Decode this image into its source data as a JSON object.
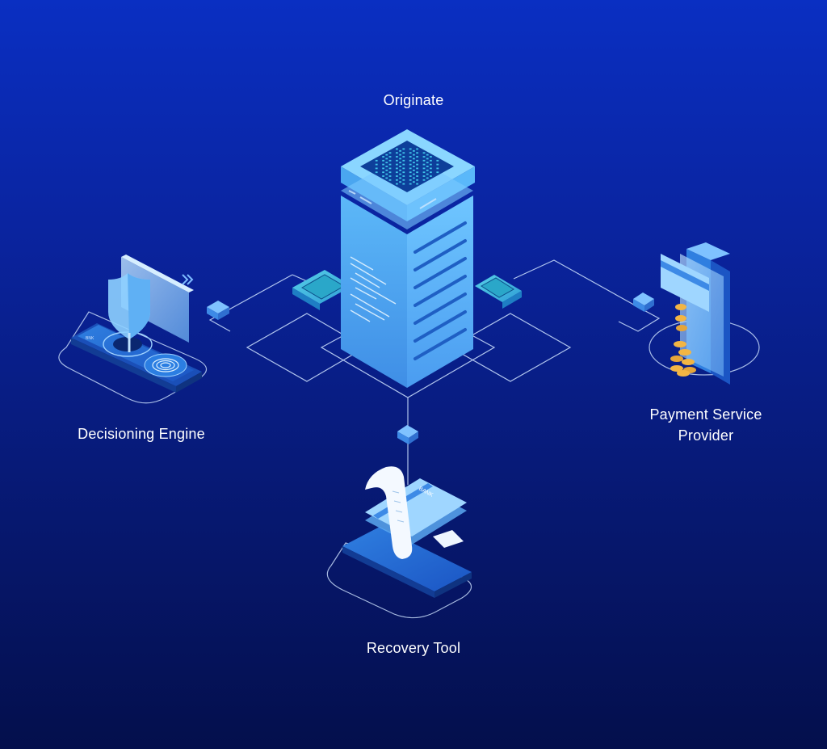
{
  "diagram": {
    "center": {
      "label": "Originate"
    },
    "nodes": [
      {
        "id": "decisioning",
        "label": "Decisioning Engine"
      },
      {
        "id": "psp",
        "label_lines": [
          "Payment Service",
          "Provider"
        ]
      },
      {
        "id": "recovery",
        "label": "Recovery Tool"
      }
    ],
    "card_text": "BANK",
    "colors": {
      "background_top": "#0a2fc2",
      "background_bottom": "#040f4c",
      "node_blue": "#4aa6f0",
      "connector": "#cfe3ff",
      "coin": "#f2b544"
    }
  }
}
